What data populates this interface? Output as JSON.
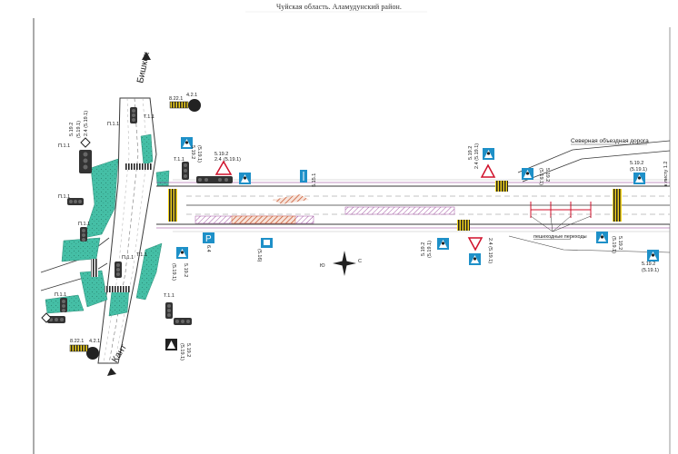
{
  "header": {
    "title": "Чуйская область. Аламудунский район."
  },
  "places": {
    "bishkek": "Бишкек",
    "kant": "Кант",
    "bypass": "Северная объездная дорога"
  },
  "labels": {
    "s4_2_1_top": "4.2.1",
    "s8_22_1_top": "8.22.1",
    "s4_2_1_bot": "4.2.1",
    "s8_22_1_bot": "8.22.1",
    "s5_19_2_a": "5.19.2",
    "s5_19_1_a": "(5.19.1)",
    "s2_4_a": "2.4 (5.19.1)",
    "s5_19_2_b": "5.19.2",
    "s2_4_b": "2.4",
    "s5_19_1_b": "(5.19.1)",
    "s5_15_1": "5.15.1",
    "s5_16": "(5.16)",
    "s6_4": "6.4",
    "s5_19_2_c": "5.19.2",
    "s5_19_1_c": "(5.19.1)",
    "s5_19_2_d": "5.19.2",
    "s2_4_d": "2.4 (5.19.1)",
    "s5_19_1_e": "(5.19.1)",
    "s5_19_2_e": "5.19.2",
    "s5_19_2_f": "5.19.2",
    "s5_19_1_f": "(5.19.1)",
    "s2_4_f": "2.4 (5.19.1)",
    "s5_19_1_g": "(5.19.1)",
    "s5_19_2_g": "5.19.2",
    "s5_19_2_h": "5.19.2",
    "s5_19_1_h": "(5.19.1)",
    "s5_19_2_i": "5.19.2",
    "s5_19_1_i": "(5.19.1)",
    "s5_19_2_j": "5.19.2",
    "s5_19_1_j": "(5.19.1)",
    "s5_19_2_k": "5.19.2",
    "s5_19_1_k": "(5.19.1)",
    "t1_a": "Т.1.1",
    "t1_b": "Т.1.1",
    "t1_c": "Т.1.1",
    "t1_d": "Т.1.1",
    "p1_a": "П.1.1",
    "p1_b": "П.1.1",
    "p1_c": "П.1.1",
    "p1_d": "П.1.1",
    "p1_e": "П.1.1",
    "p1_f": "П.1.1",
    "ped_note": "пешеходные переходы",
    "to_road": "к листу 1.2",
    "ob": "Ю",
    "n_letter": "С"
  },
  "colors": {
    "road": "#3a3a3a",
    "greenery": "#45bfa6",
    "sign_blue": "#1e90c8",
    "sign_red": "#d0112b",
    "marking_blue": "#1a5fd0",
    "purple": "#8a2b8a",
    "hatch": "#c84c22",
    "yellow": "#f3d21a"
  }
}
